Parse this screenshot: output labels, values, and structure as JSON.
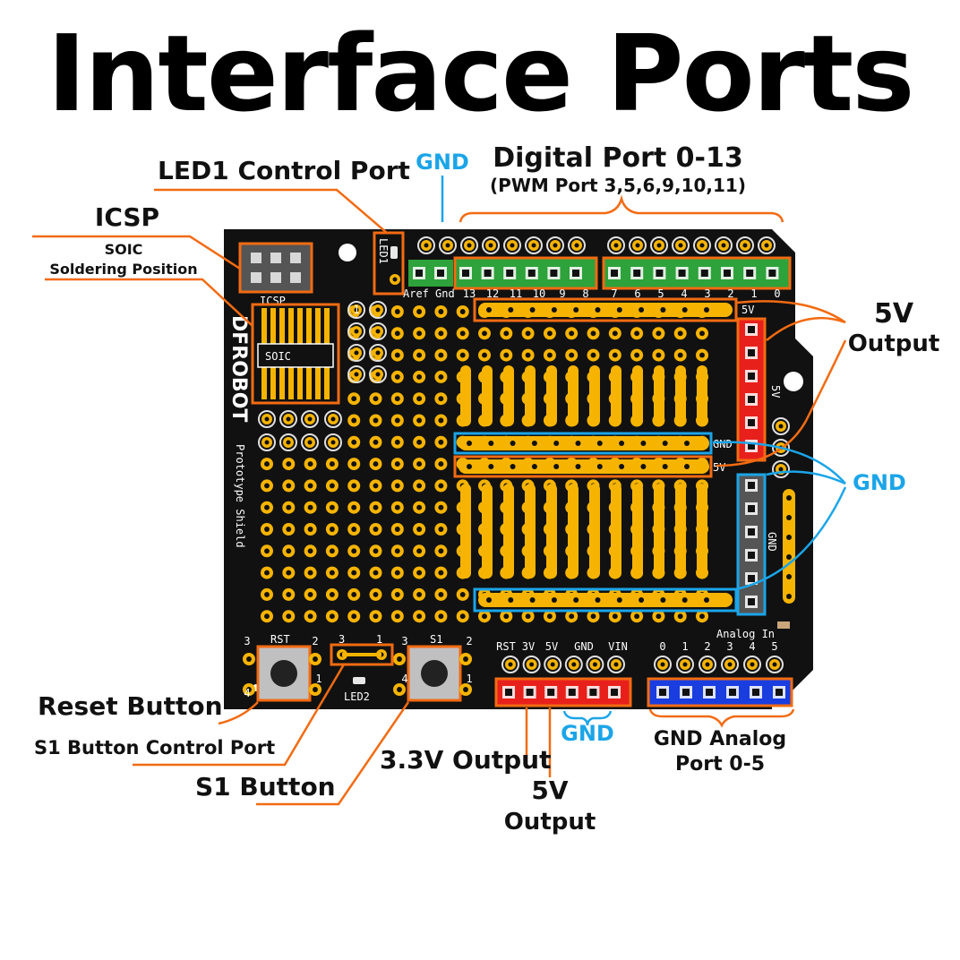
{
  "title": "Interface Ports",
  "labels": {
    "led1_control": "LED1 Control Port",
    "gnd_top": "GND",
    "digital_port": "Digital Port 0-13",
    "pwm_port": "(PWM Port 3,5,6,9,10,11)",
    "icsp": "ICSP",
    "soic": "SOIC",
    "soic_sub": "Soldering Position",
    "output_5v_right": "5V",
    "output_5v_right2": "Output",
    "gnd_right": "GND",
    "reset_button": "Reset Button",
    "s1_control": "S1 Button Control Port",
    "s1_button": "S1 Button",
    "output_33v": "3.3V Output",
    "output_5v_bottom": "5V",
    "output_5v_bottom2": "Output",
    "gnd_bottom": "GND",
    "gnd_analog": "GND Analog",
    "gnd_analog2": "Port 0-5"
  },
  "board": {
    "brand": "DFROBOT",
    "product": "Prototype Shield",
    "icsp_label": "ICSP",
    "soic_label": "SOIC",
    "led1_label": "LED1",
    "led2_label": "LED2",
    "rst_label": "RST",
    "s1_label": "S1",
    "analog_in": "Analog In",
    "aref": "Aref",
    "gnd_pin": "Gnd",
    "rail_gnd": "GND",
    "rail_5v": "5V",
    "header_5v": "5V",
    "header_gnd": "GND",
    "digital_pins": [
      "13",
      "12",
      "11",
      "10",
      "9",
      "8",
      "7",
      "6",
      "5",
      "4",
      "3",
      "2",
      "1",
      "0"
    ],
    "power_pins": [
      "RST",
      "3V",
      "5V",
      "GND",
      "VIN"
    ],
    "analog_pins": [
      "0",
      "1",
      "2",
      "3",
      "4",
      "5"
    ],
    "rst_corner_pins": [
      "3",
      "2",
      "4",
      "1"
    ],
    "s1_corner_pins": [
      "3",
      "2",
      "4",
      "1"
    ],
    "s1_ctrl_pins": [
      "3",
      "1"
    ],
    "pin_one": "1"
  },
  "colors": {
    "board": "#111111",
    "pad": "#f6b400",
    "hole": "#111111",
    "digital_header": "#2ea23b",
    "power_header": "#e8201c",
    "analog_header": "#1a3de0",
    "gnd_header": "#555555",
    "orange_callout": "#f26b12",
    "blue_callout": "#1ba5e8"
  }
}
